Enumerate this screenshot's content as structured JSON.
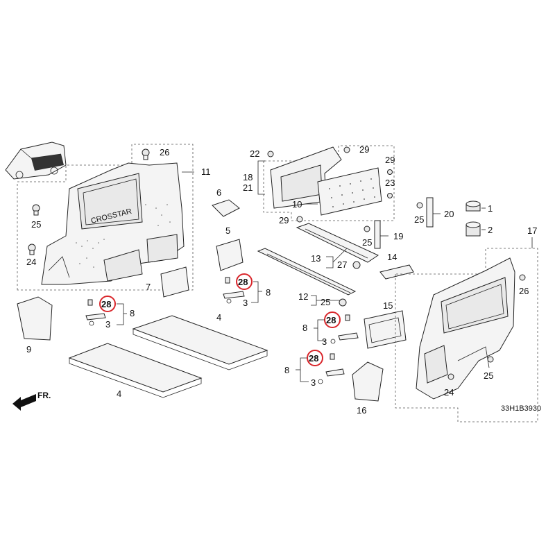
{
  "labels": {
    "l1": "1",
    "l2": "2",
    "l3a": "3",
    "l3b": "3",
    "l3c": "3",
    "l3d": "3",
    "l4a": "4",
    "l4b": "4",
    "l5": "5",
    "l6": "6",
    "l7": "7",
    "l8a": "8",
    "l8b": "8",
    "l8c": "8",
    "l8d": "8",
    "l9": "9",
    "l10": "10",
    "l11": "11",
    "l12": "12",
    "l13": "13",
    "l14": "14",
    "l15": "15",
    "l16": "16",
    "l17": "17",
    "l18": "18",
    "l19": "19",
    "l20": "20",
    "l21": "21",
    "l22": "22",
    "l23": "23",
    "l24a": "24",
    "l24b": "24",
    "l25a": "25",
    "l25b": "25",
    "l25c": "25",
    "l25d": "25",
    "l25e": "25",
    "l26a": "26",
    "l26b": "26",
    "l27": "27",
    "l29a": "29",
    "l29b": "29",
    "l29c": "29"
  },
  "highlighted": {
    "h1": "28",
    "h2": "28",
    "h3": "28",
    "h4": "28"
  },
  "diagram_code": "33H1B3930",
  "direction_label": "FR.",
  "panel_embossing": "CROSSTAR",
  "colors": {
    "highlight_ring": "#d9262b",
    "line": "#222222"
  }
}
